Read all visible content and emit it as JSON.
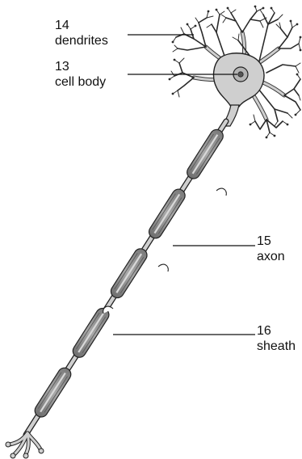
{
  "labels": {
    "dendrites": {
      "number": "14",
      "text": "dendrites"
    },
    "cell_body": {
      "number": "13",
      "text": "cell body"
    },
    "axon": {
      "number": "15",
      "text": "axon"
    },
    "sheath": {
      "number": "16",
      "text": "sheath"
    }
  },
  "colors": {
    "background": "#ffffff",
    "neuron_fill": "#cfcfcf",
    "sheath_fill": "#8e8e8e",
    "outline": "#222222",
    "leader_line": "#111111"
  }
}
